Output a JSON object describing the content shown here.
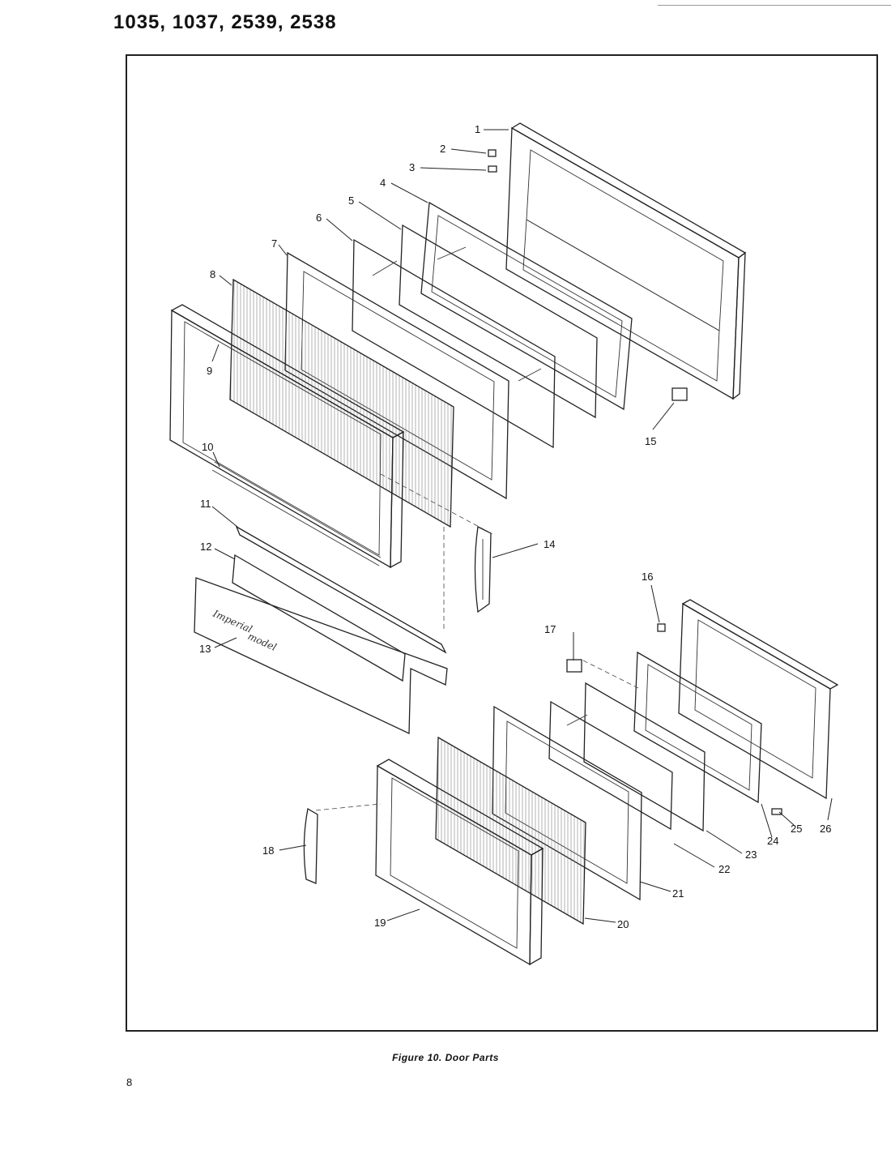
{
  "header": {
    "models": "1035, 1037, 2539, 2538"
  },
  "figure": {
    "caption": "Figure 10.  Door Parts"
  },
  "page": {
    "number": "8"
  },
  "nameplate": {
    "script_line1": "Imperial",
    "script_line2": "model"
  },
  "callouts": [
    "1",
    "2",
    "3",
    "4",
    "5",
    "6",
    "7",
    "8",
    "9",
    "10",
    "11",
    "12",
    "13",
    "14",
    "15",
    "16",
    "17",
    "18",
    "19",
    "20",
    "21",
    "22",
    "23",
    "24",
    "25",
    "26"
  ]
}
